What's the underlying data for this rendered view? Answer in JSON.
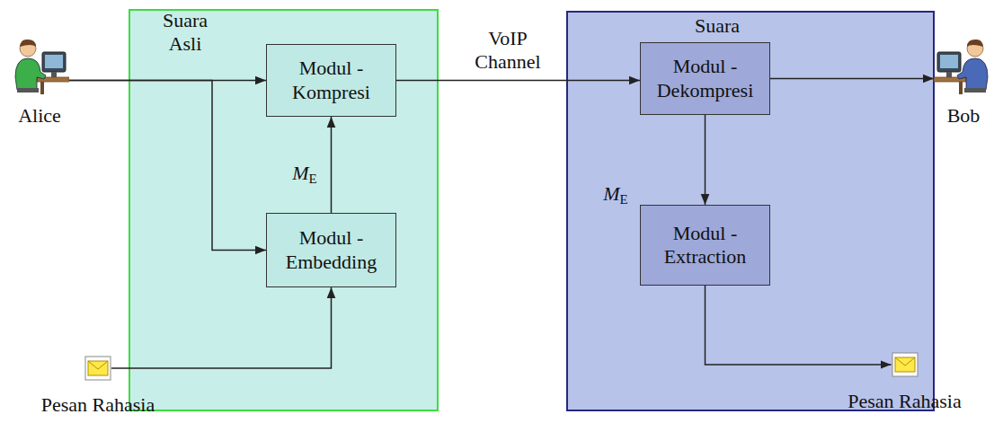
{
  "diagram": {
    "nodes": [
      {
        "text": [
          "Alice"
        ]
      },
      {
        "text": [
          "Pesan Rahasia"
        ]
      },
      {
        "text": []
      },
      {
        "text": [
          "Modul - Kompresi"
        ],
        "in": 2
      },
      {
        "text": [
          "Modul - Embedding"
        ],
        "in": 2
      },
      {
        "text": []
      },
      {
        "text": [
          "Modul - Dekompresi"
        ],
        "in": 5
      },
      {
        "text": [
          "Modul - Extraction"
        ],
        "in": 5
      },
      {
        "text": [
          "Bob"
        ]
      },
      {
        "text": [
          "Pesan Rahasia"
        ]
      }
    ],
    "edges": [
      {
        "from": 0,
        "to": 3,
        "arrow": "to",
        "label": "Suara Asli"
      },
      {
        "from": 0,
        "to": 4,
        "arrow": "to"
      },
      {
        "from": 1,
        "to": 4,
        "arrow": "to"
      },
      {
        "from": 4,
        "to": 3,
        "arrow": "to",
        "label": "ME"
      },
      {
        "from": 3,
        "to": 6,
        "arrow": "to",
        "label": "VoIP Channel"
      },
      {
        "from": 6,
        "to": 8,
        "arrow": "to",
        "label": "Suara"
      },
      {
        "from": 6,
        "to": 7,
        "arrow": "to",
        "label": "ME"
      },
      {
        "from": 7,
        "to": 9,
        "arrow": "to"
      }
    ]
  }
}
